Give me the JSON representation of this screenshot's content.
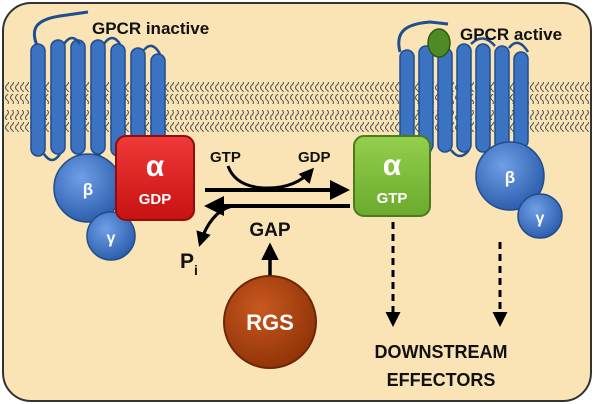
{
  "labels": {
    "gpcr_inactive": "GPCR inactive",
    "gpcr_active": "GPCR active",
    "alpha": "α",
    "gdp_in_box": "GDP",
    "gtp_in_box": "GTP",
    "beta": "β",
    "gamma": "γ",
    "gtp_in": "GTP",
    "gdp_out": "GDP",
    "gap": "GAP",
    "pi_main": "P",
    "pi_sub": "i",
    "rgs": "RGS",
    "downstream_line1": "DOWNSTREAM",
    "downstream_line2": "EFFECTORS"
  },
  "colors": {
    "background": "#FAE3B4",
    "receptor_blue": "#3C72C2",
    "receptor_outline": "#1F4E8C",
    "alpha_gdp_red": "#E01E1E",
    "alpha_gtp_green": "#7FBF3A",
    "rgs_brown": "#B1420F",
    "ligand_green": "#4F8A24",
    "membrane_lipid": "#555555"
  }
}
